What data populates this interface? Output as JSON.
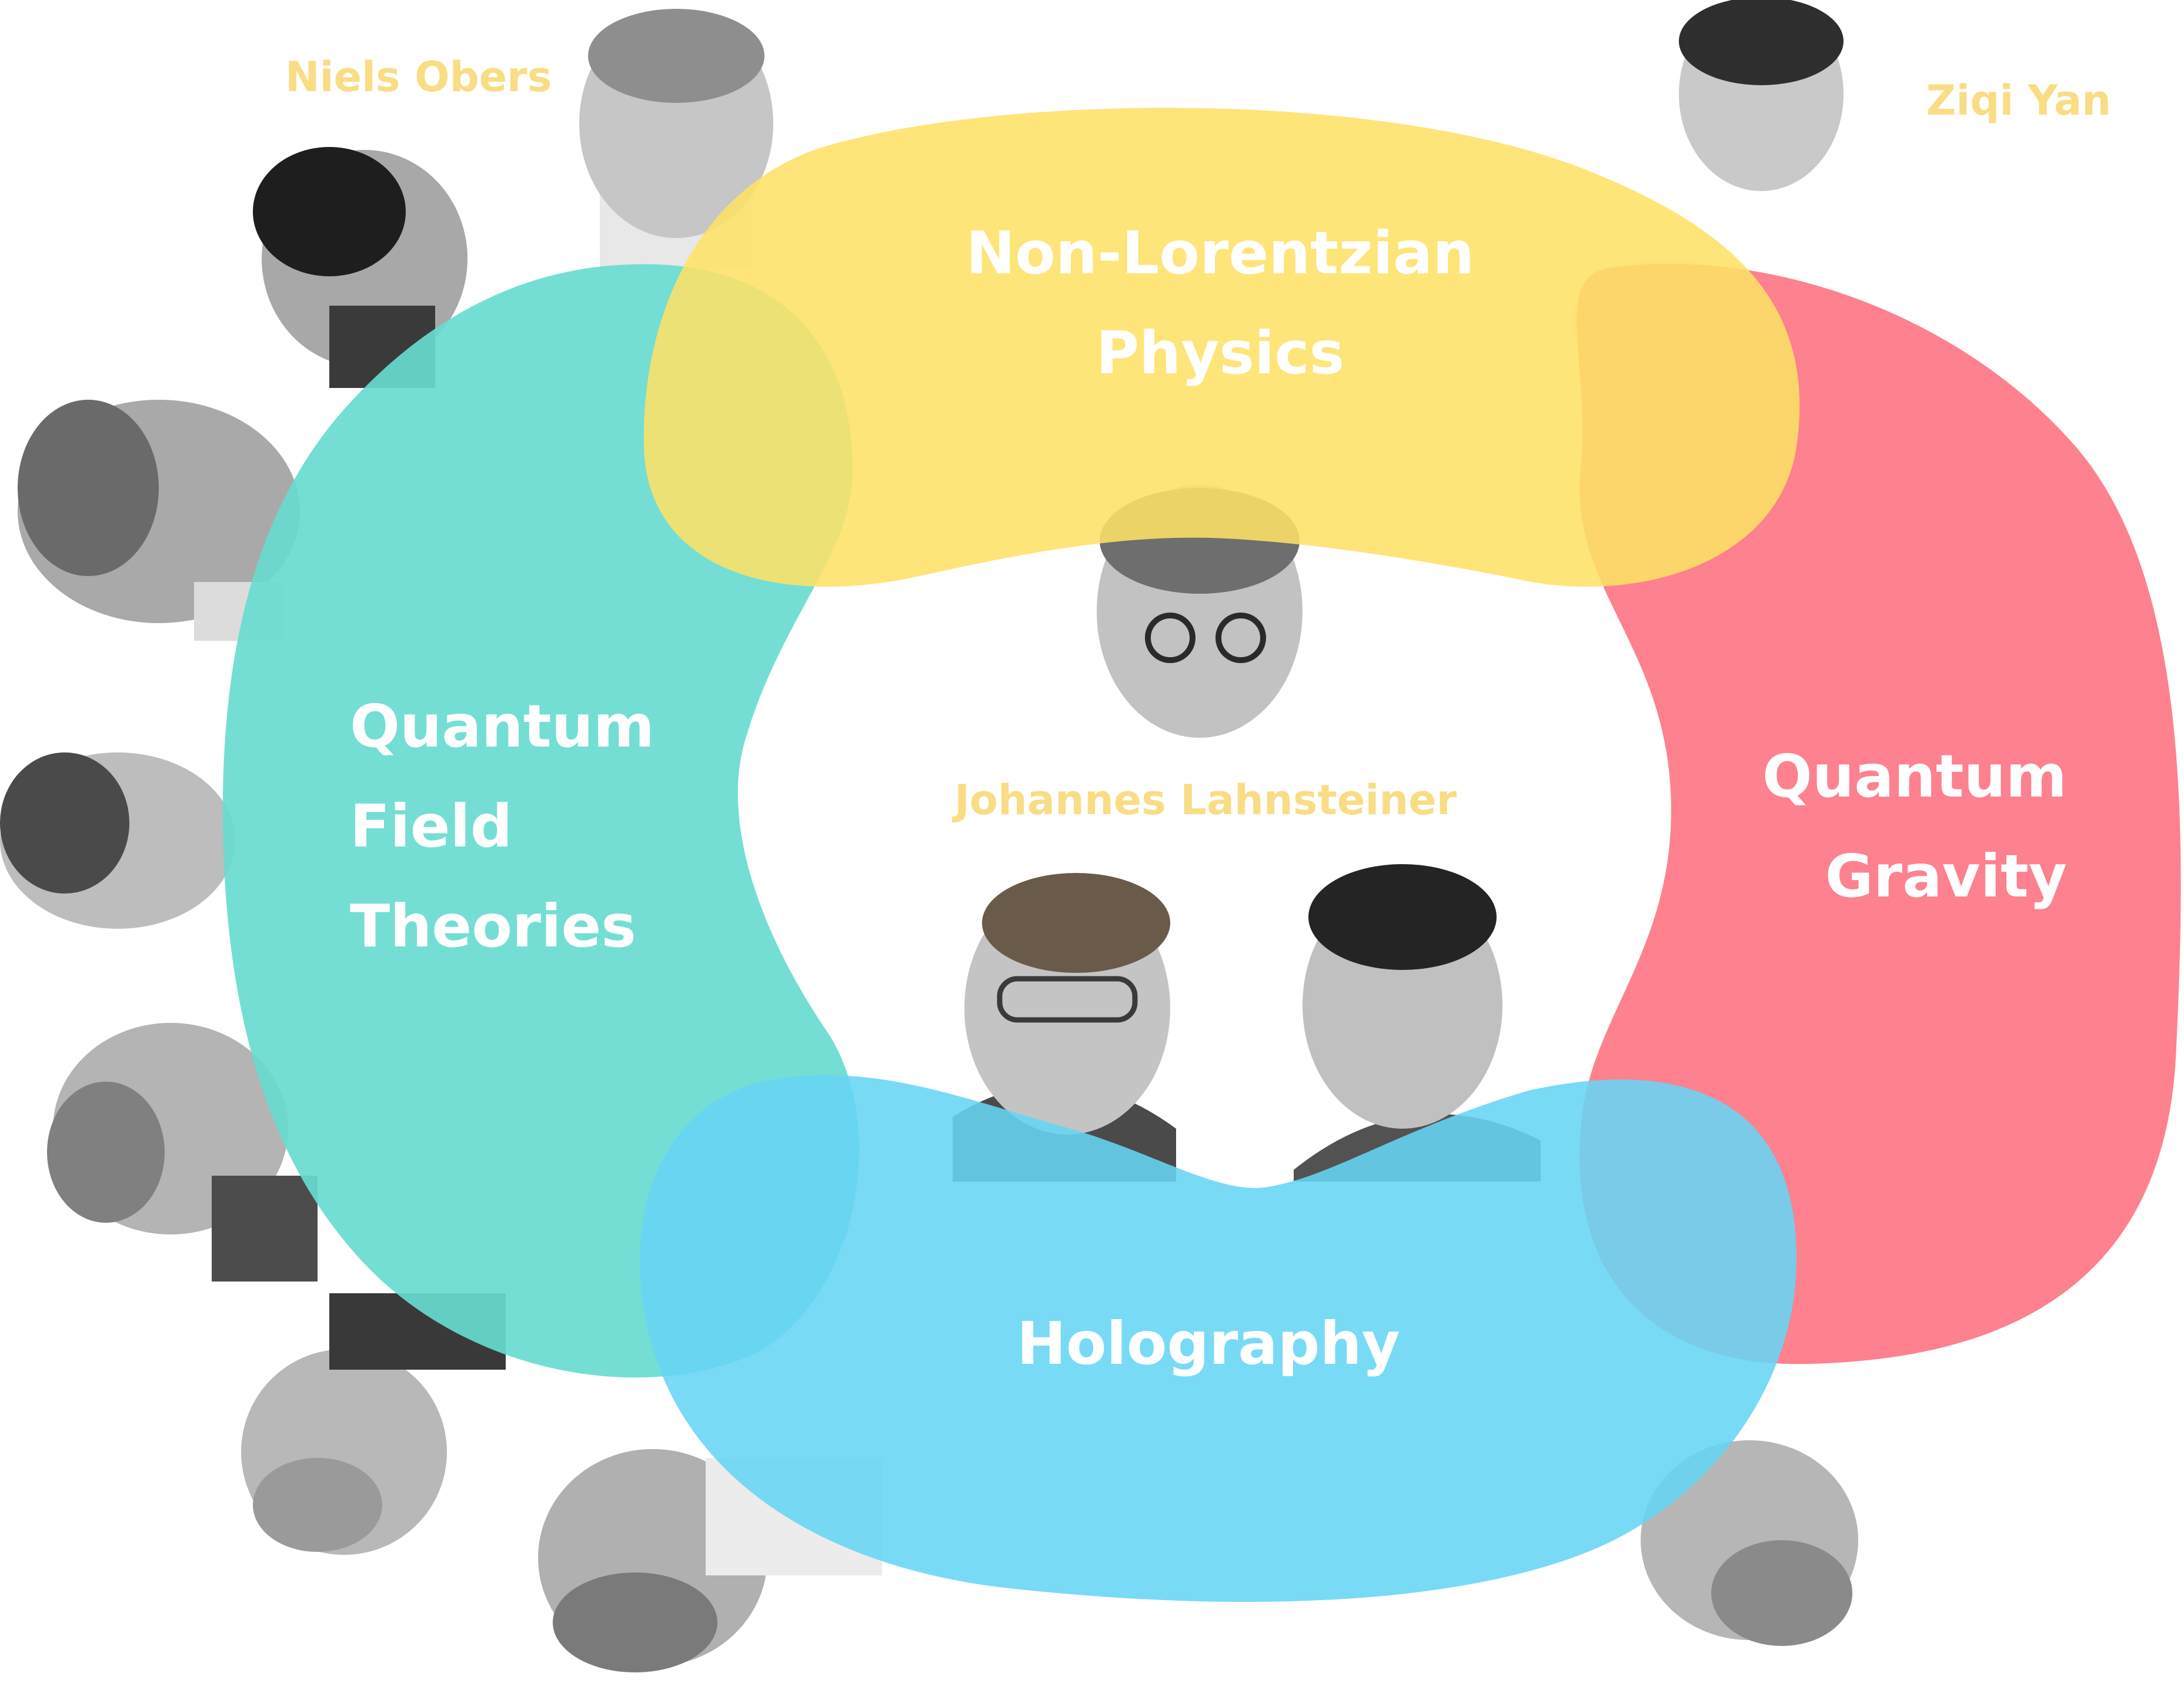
{
  "diagram": {
    "lobes": {
      "non_lorentzian": {
        "line1": "Non-Lorentzian",
        "line2": "Physics",
        "color": "#fde166"
      },
      "qft": {
        "line1": "Quantum",
        "line2": "Field",
        "line3": "Theories",
        "color": "#68dbd0"
      },
      "quantum_gravity": {
        "line1": "Quantum",
        "line2": "Gravity",
        "color": "#fd7a88"
      },
      "holography": {
        "line1": "Holography",
        "color": "#66d5f4"
      }
    },
    "overlap_colors": {
      "qft_nonlorentzian": "#c2d853",
      "nonlorentzian_gravity": "#fdae34",
      "qft_holography": "#2ecae2",
      "holography_gravity": "#65a6c6"
    },
    "people": {
      "niels_obers": "Niels Obers",
      "ziqi_yan": "Ziqi Yan",
      "johannes_lahnsteiner": "Johannes Lahnsteiner"
    },
    "photo_tone": "#bdbdbd"
  }
}
